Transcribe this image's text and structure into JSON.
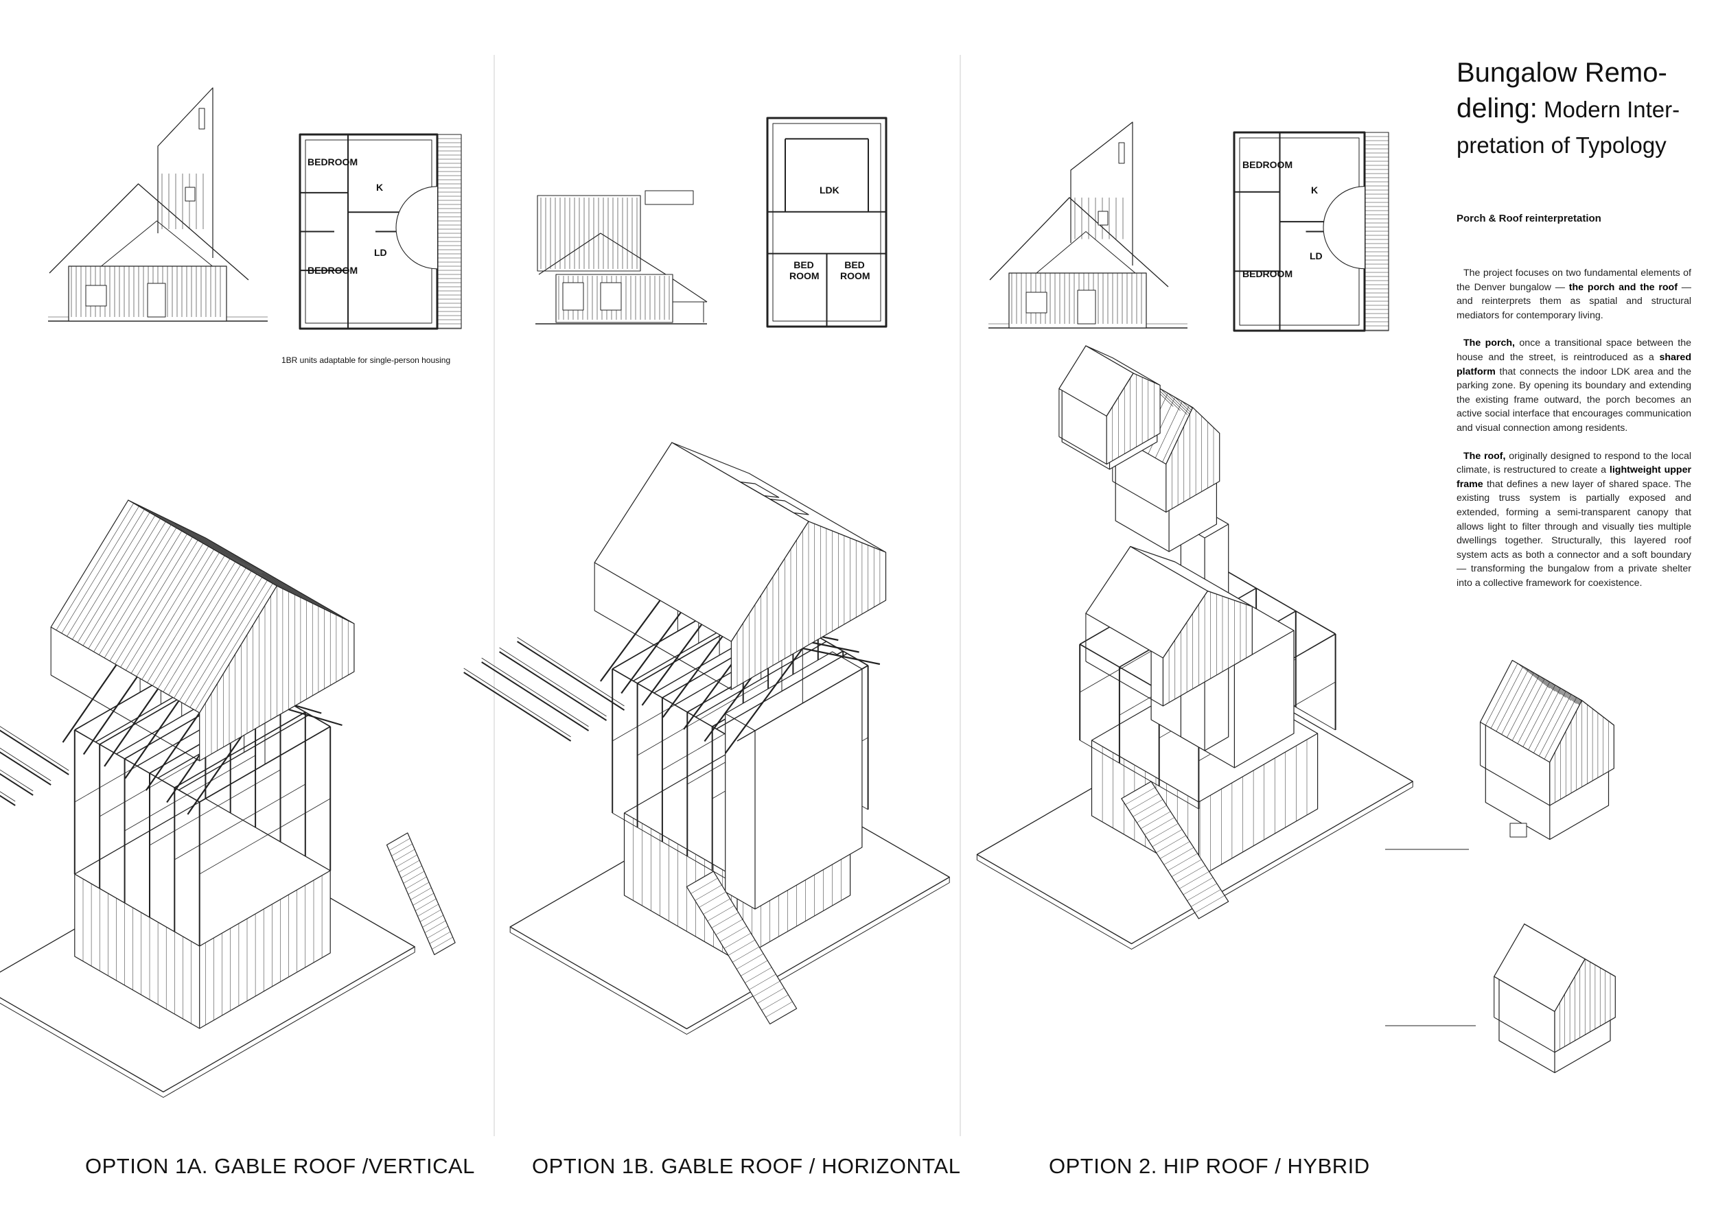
{
  "title": {
    "main": "Bungalow Remo-deling:",
    "sub": "Modern Inter-pretation of Typology",
    "line1": "Bungalow Remo-",
    "line2a": "deling:",
    "line2b": " Modern Inter-",
    "line3": "pretation of Typology"
  },
  "subtitle": "Porch & Roof reinterpretation",
  "body": {
    "p1": {
      "t1": "The project focuses on two fundamental elements of the Denver bungalow — ",
      "b1": "the porch and the roof",
      "t2": " — and reinterprets them as spatial and structural mediators for contemporary living."
    },
    "p2": {
      "b1": "The porch,",
      "t1": " once a transitional space between the house and the street, is reintroduced as a ",
      "b2": "shared platform",
      "t2": " that connects the indoor LDK area and the parking zone. By opening its boundary and extending the existing frame outward, the porch becomes an active social interface that encourages communication and visual connection among residents."
    },
    "p3": {
      "b1": "The roof,",
      "t1": " originally designed to respond to the local climate, is restructured to create a ",
      "b2": "lightweight upper frame",
      "t2": " that defines a new layer of shared space. The existing truss system is partially exposed and extended, forming a semi-transparent canopy that allows light to filter through and visually ties multiple dwellings together. Structurally, this layered roof system acts as both a connector and a soft boundary — transforming the bungalow from a private shelter into a collective framework for coexistence."
    }
  },
  "options": [
    {
      "caption": "OPTION 1A. GABLE ROOF /VERTICAL",
      "plan_labels": [
        "BEDROOM",
        "K",
        "LD",
        "BEDROOM"
      ],
      "note": "1BR units adaptable for single-person housing"
    },
    {
      "caption": "OPTION 1B. GABLE ROOF / HORIZONTAL",
      "plan_labels": [
        "LDK",
        "BED ROOM",
        "BED ROOM"
      ]
    },
    {
      "caption": "OPTION 2. HIP ROOF / HYBRID",
      "plan_labels": [
        "BEDROOM",
        "K",
        "LD",
        "BEDROOM"
      ]
    }
  ],
  "colors": {
    "line": "#222222",
    "divider": "#cccccc",
    "text": "#111111"
  }
}
